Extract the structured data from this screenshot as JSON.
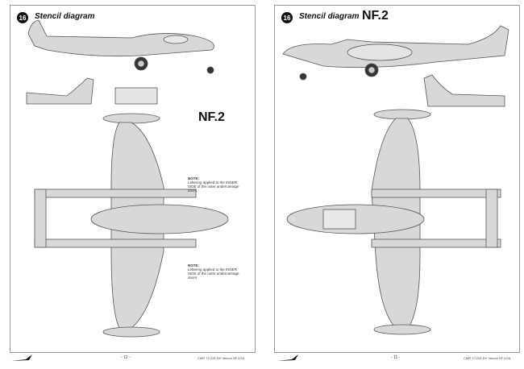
{
  "left_page": {
    "step_number": "16",
    "title": "Stencil diagram",
    "variant": "NF.2",
    "note1": {
      "heading": "NOTE:",
      "text": "Lettering applied to the INNER SIDE of the outer undercarriage doors"
    },
    "note2": {
      "heading": "NOTE:",
      "text": "Lettering applied to the INNER SIDE of the outer undercarriage doors"
    },
    "page_number": "- 12 -",
    "footer_code": "CMR 72.228 DH Venom NF.2/2A"
  },
  "right_page": {
    "step_number": "16",
    "title": "Stencil diagram",
    "variant": "NF.2",
    "page_number": "- 11 -",
    "footer_code": "CMR 72.228 DH Venom NF.2/2A"
  },
  "colors": {
    "aircraft_fill": "#d8d8d8",
    "line": "#555555",
    "ink": "#111111"
  }
}
